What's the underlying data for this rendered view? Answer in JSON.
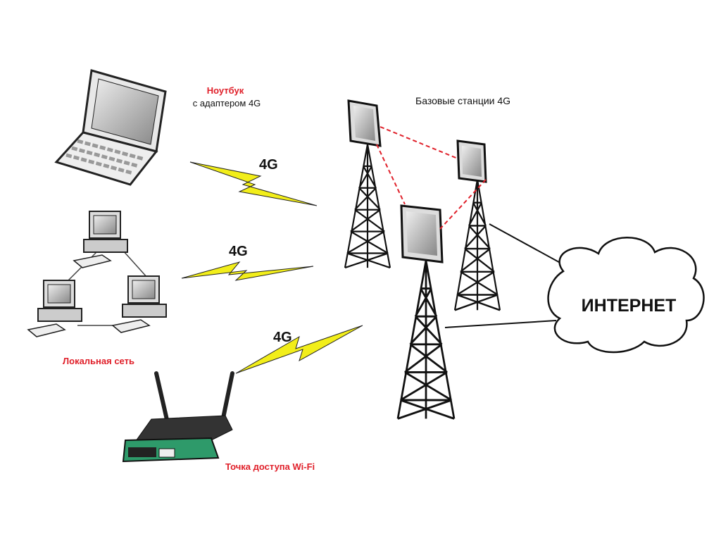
{
  "labels": {
    "laptop_title": "Ноутбук",
    "laptop_subtitle": "с адаптером 4G",
    "base_stations": "Базовые станции 4G",
    "lan": "Локальная сеть",
    "wifi_ap": "Точка доступа Wi-Fi",
    "internet": "ИНТЕРНЕТ",
    "link1": "4G",
    "link2": "4G",
    "link3": "4G"
  },
  "colors": {
    "accent_red": "#e0202a",
    "bolt_yellow": "#f2ee1a",
    "router_green": "#2e9a6a"
  }
}
